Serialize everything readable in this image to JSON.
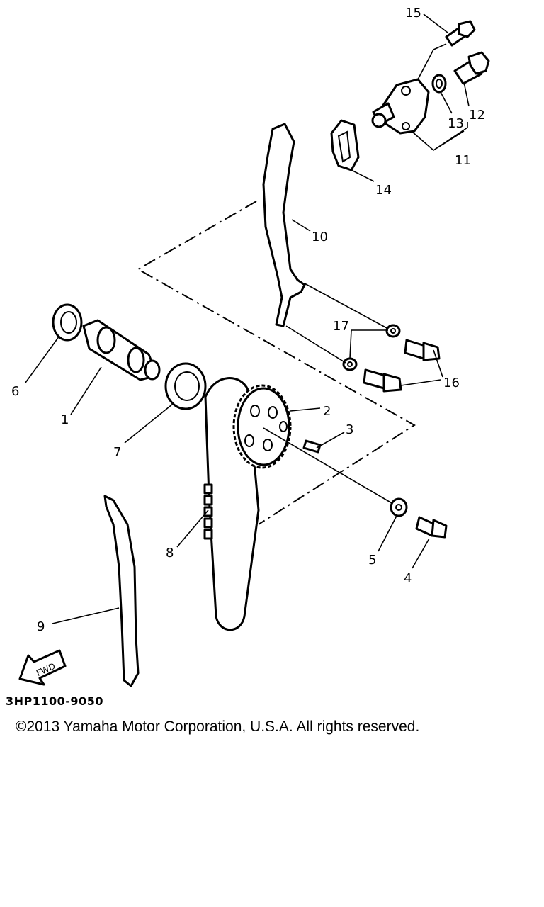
{
  "callouts": [
    "15",
    "12",
    "13",
    "11",
    "14",
    "10",
    "17",
    "16",
    "6",
    "1",
    "7",
    "2",
    "3",
    "8",
    "5",
    "4",
    "9"
  ],
  "fwd_label": "FWD",
  "drawing_code": "3HP1100-9050",
  "copyright": "©2013 Yamaha Motor Corporation, U.S.A. All rights reserved."
}
